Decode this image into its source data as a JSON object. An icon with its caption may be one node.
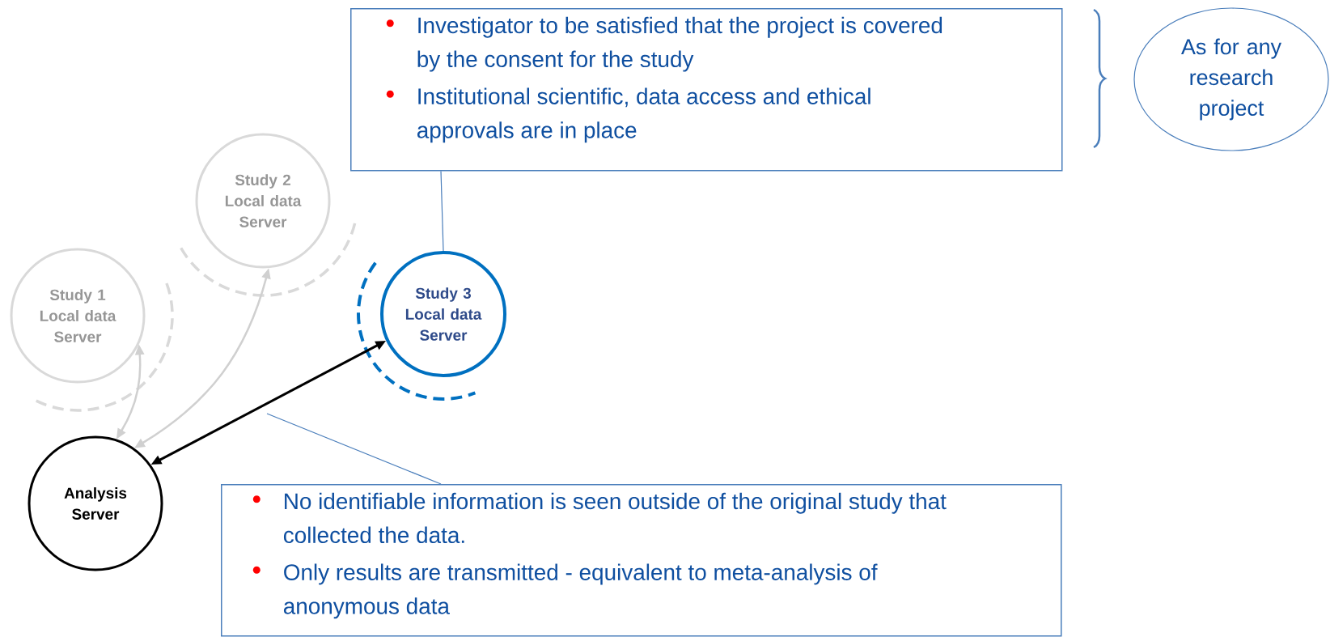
{
  "diagram": {
    "nodes": [
      {
        "text": [
          "Investigator to be satisfied that the project is covered by the consent for the study",
          "Institutional scientific, data access and ethical approvals are in place"
        ]
      },
      {
        "text": [
          "As for any research project"
        ]
      },
      {
        "text": [
          "Study 2 Local data Server"
        ]
      },
      {
        "text": [
          "Study 1 Local data Server"
        ]
      },
      {
        "text": [
          "Study 3 Local data Server"
        ]
      },
      {
        "text": [
          "Analysis Server"
        ]
      },
      {
        "text": [
          "No identifiable information is seen outside of the original study that collected the data.",
          "Only results are transmitted - equivalent to meta-analysis of anonymous data"
        ]
      }
    ],
    "edges": [
      {
        "from": 0,
        "to": 4,
        "arrow": "none",
        "color": "#4a7ebb"
      },
      {
        "from": 3,
        "to": 5,
        "arrow": "both",
        "color": "#d0d0d0"
      },
      {
        "from": 2,
        "to": 5,
        "arrow": "both",
        "color": "#d0d0d0"
      },
      {
        "from": 4,
        "to": 5,
        "arrow": "both",
        "color": "#000000"
      },
      {
        "from": 6,
        "to": null,
        "arrow": "none",
        "color": "#4a7ebb"
      }
    ]
  }
}
